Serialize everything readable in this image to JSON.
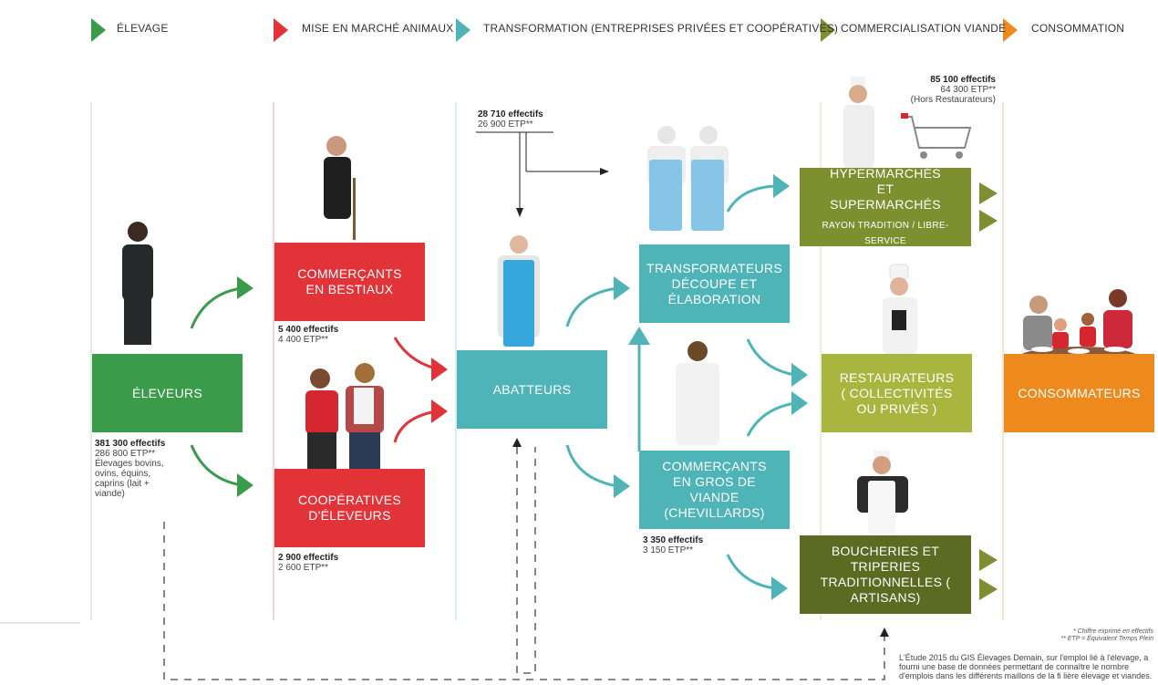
{
  "header": {
    "stages": [
      {
        "label": "ÉLEVAGE",
        "color": "#3a9b4a"
      },
      {
        "label": "MISE EN MARCHÉ ANIMAUX",
        "color": "#e23339"
      },
      {
        "label": "TRANSFORMATION (ENTREPRISES PRIVÉES ET COOPÉRATIVES)",
        "color": "#4fb4b8"
      },
      {
        "label": "COMMERCIALISATION VIANDE",
        "color": "#7d8f2f"
      },
      {
        "label": "CONSOMMATION",
        "color": "#ee8a1d"
      }
    ]
  },
  "nodes": {
    "eleveurs": {
      "label": "ÉLEVEURS"
    },
    "commercants_bestiaux": {
      "label": "COMMERÇANTS EN BESTIAUX"
    },
    "cooperatives": {
      "label": "COOPÉRATIVES D'ÉLEVEURS"
    },
    "abatteurs": {
      "label": "ABATTEURS"
    },
    "transformateurs": {
      "label": "TRANSFORMATEURS DÉCOUPE ET ÉLABORATION"
    },
    "grossistes": {
      "label": "COMMERÇANTS EN GROS DE VIANDE (CHEVILLARDS)"
    },
    "hypermarches": {
      "label": "HYPERMARCHÉS ET SUPERMARCHÉS",
      "sub": "RAYON TRADITION / LIBRE-SERVICE"
    },
    "restaurateurs": {
      "label": "RESTAURATEURS ( COLLECTIVITÉS OU PRIVÉS )"
    },
    "boucheries": {
      "label": "BOUCHERIES ET TRIPERIES TRADITIONNELLES ( ARTISANS)"
    },
    "consommateurs": {
      "label": "CONSOMMATEURS"
    }
  },
  "stats": {
    "eleveurs": {
      "effectifs": "381 300 effectifs",
      "etp": "286 800 ETP**",
      "desc": "Élevages bovins, ovins, équins, caprins (lait + viande)"
    },
    "commercants": {
      "effectifs": "5 400 effectifs",
      "etp": "4 400 ETP**"
    },
    "cooperatives": {
      "effectifs": "2 900 effectifs",
      "etp": "2 600 ETP**"
    },
    "transformation": {
      "effectifs": "28 710 effectifs",
      "etp": "26 900 ETP**"
    },
    "grossistes": {
      "effectifs": "3 350 effectifs",
      "etp": "3 150 ETP**"
    },
    "commercialisation": {
      "effectifs": "85 100 effectifs",
      "etp": "64 300 ETP**",
      "note": "(Hors Restaurateurs)"
    }
  },
  "footnotes": {
    "line1": "* Chiffre exprimé en effectifs",
    "line2": "** ETP = Équivalent Temps Plein"
  },
  "study_note": "L'Étude 2015 du GIS Élevages Demain, sur l'emploi lié à l'élevage, a fourni une base de données permettant de connaître le nombre d'emplois dans les différents maillons de la fi lière élevage et viandes."
}
